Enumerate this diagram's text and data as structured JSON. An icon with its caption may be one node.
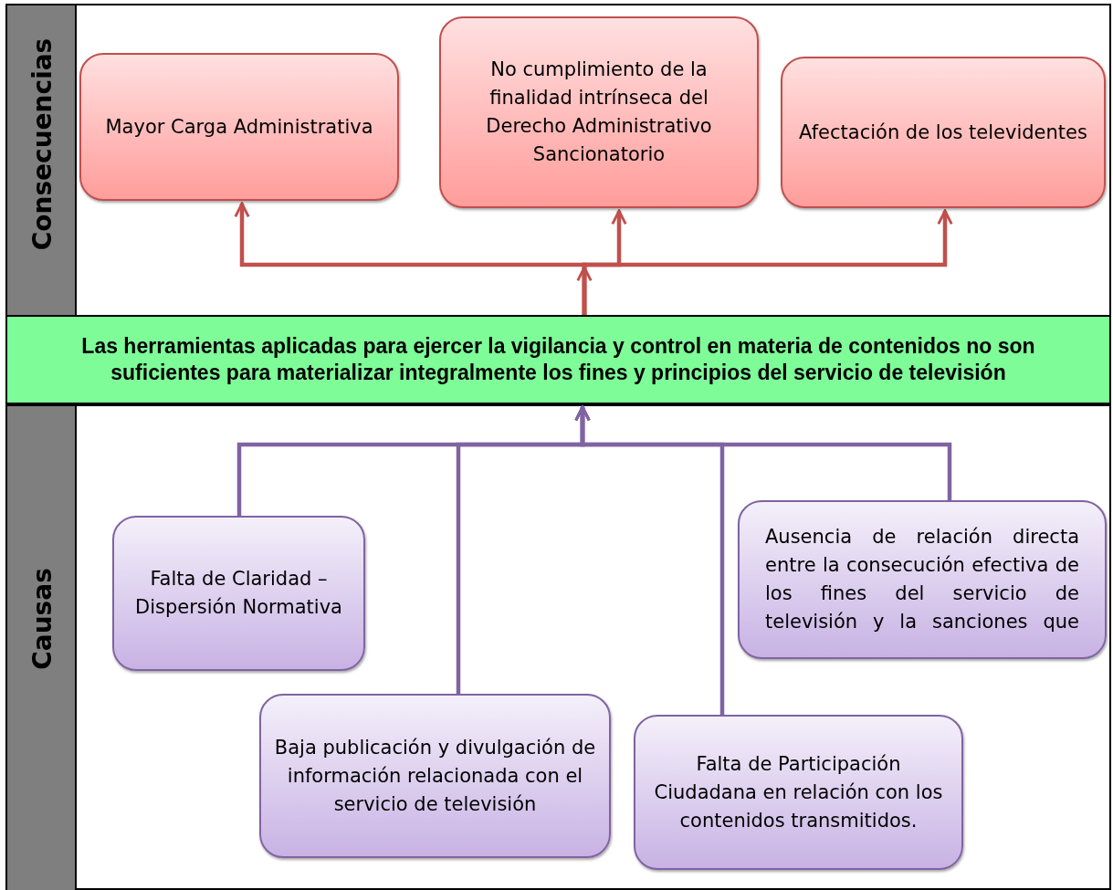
{
  "diagram": {
    "nodes": [
      {
        "text": [
          "Mayor Carga Administrativa"
        ]
      },
      {
        "text": [
          "No cumplimiento de la finalidad intrínseca del Derecho Administrativo Sancionatorio"
        ]
      },
      {
        "text": [
          "Afectación de los televidentes"
        ]
      },
      {
        "text": [
          "Las herramientas aplicadas para ejercer la vigilancia y control en materia de contenidos no son suficientes para materializar integralmente los fines y principios del servicio de televisión"
        ]
      },
      {
        "text": [
          "Falta de Claridad –Dispersión Normativa"
        ]
      },
      {
        "text": [
          "Ausencia de relación directa entre la consecución efectiva de los fines del servicio de televisión y la sanciones que"
        ]
      },
      {
        "text": [
          "Baja publicación y divulgación de información relacionada con el servicio de televisión"
        ]
      },
      {
        "text": [
          "Falta de Participación Ciudadana en relación con los contenidos transmitidos."
        ]
      }
    ],
    "edges": [
      {
        "from": 3,
        "to": 0,
        "arrow": "to",
        "color": "#c0504d"
      },
      {
        "from": 3,
        "to": 1,
        "arrow": "to",
        "color": "#c0504d"
      },
      {
        "from": 3,
        "to": 2,
        "arrow": "to",
        "color": "#c0504d"
      },
      {
        "from": 4,
        "to": 3,
        "arrow": "to",
        "color": "#8064a2"
      },
      {
        "from": 5,
        "to": 3,
        "arrow": "to",
        "color": "#8064a2"
      },
      {
        "from": 6,
        "to": 3,
        "arrow": "to",
        "color": "#8064a2"
      },
      {
        "from": 7,
        "to": 3,
        "arrow": "to",
        "color": "#8064a2"
      }
    ],
    "labels": [
      "Consecuencias",
      "Causas"
    ]
  }
}
